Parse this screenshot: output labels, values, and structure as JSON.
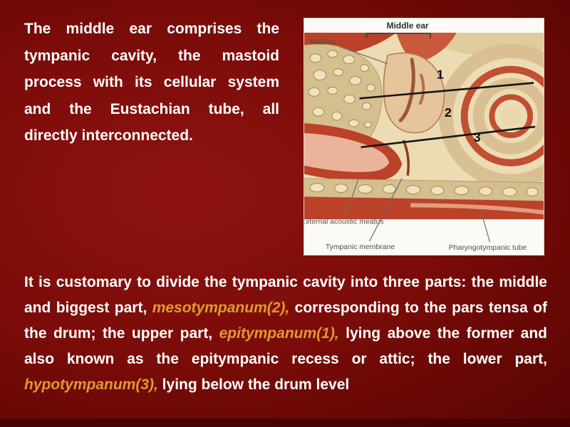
{
  "colors": {
    "background_center": "#8e1310",
    "background_edge": "#4a0303",
    "text": "#ffffff",
    "accent": "#e09a30",
    "figure_bg": "#fbfaf6"
  },
  "intro": {
    "text": "The middle ear comprises the tympanic cavity, the mastoid process with its cellular system and the Eustachian tube, all directly interconnected."
  },
  "figure": {
    "title_label": "Middle ear",
    "labels": {
      "malleus": "Malleus",
      "external_acoustic_meatus": "External acoustic meatus",
      "tympanic_membrane": "Tympanic membrane",
      "pharyngotympanic_tube": "Pharyngotympanic tube"
    },
    "region_numbers": [
      "1",
      "2",
      "3"
    ]
  },
  "body": {
    "segments": [
      {
        "text": "It is customary to divide the tympanic cavity into three parts: the middle and biggest part, ",
        "emphasis": false
      },
      {
        "text": "mesotympanum(2),",
        "emphasis": true
      },
      {
        "text": " corresponding to the pars tensa of the drum; the upper part, ",
        "emphasis": false
      },
      {
        "text": "epitympanum(1),",
        "emphasis": true
      },
      {
        "text": " lying above the former and also known as the epitympanic recess or attic; the lower part, ",
        "emphasis": false
      },
      {
        "text": "hypotympanum(3),",
        "emphasis": true
      },
      {
        "text": " lying below the drum level",
        "emphasis": false
      }
    ]
  }
}
